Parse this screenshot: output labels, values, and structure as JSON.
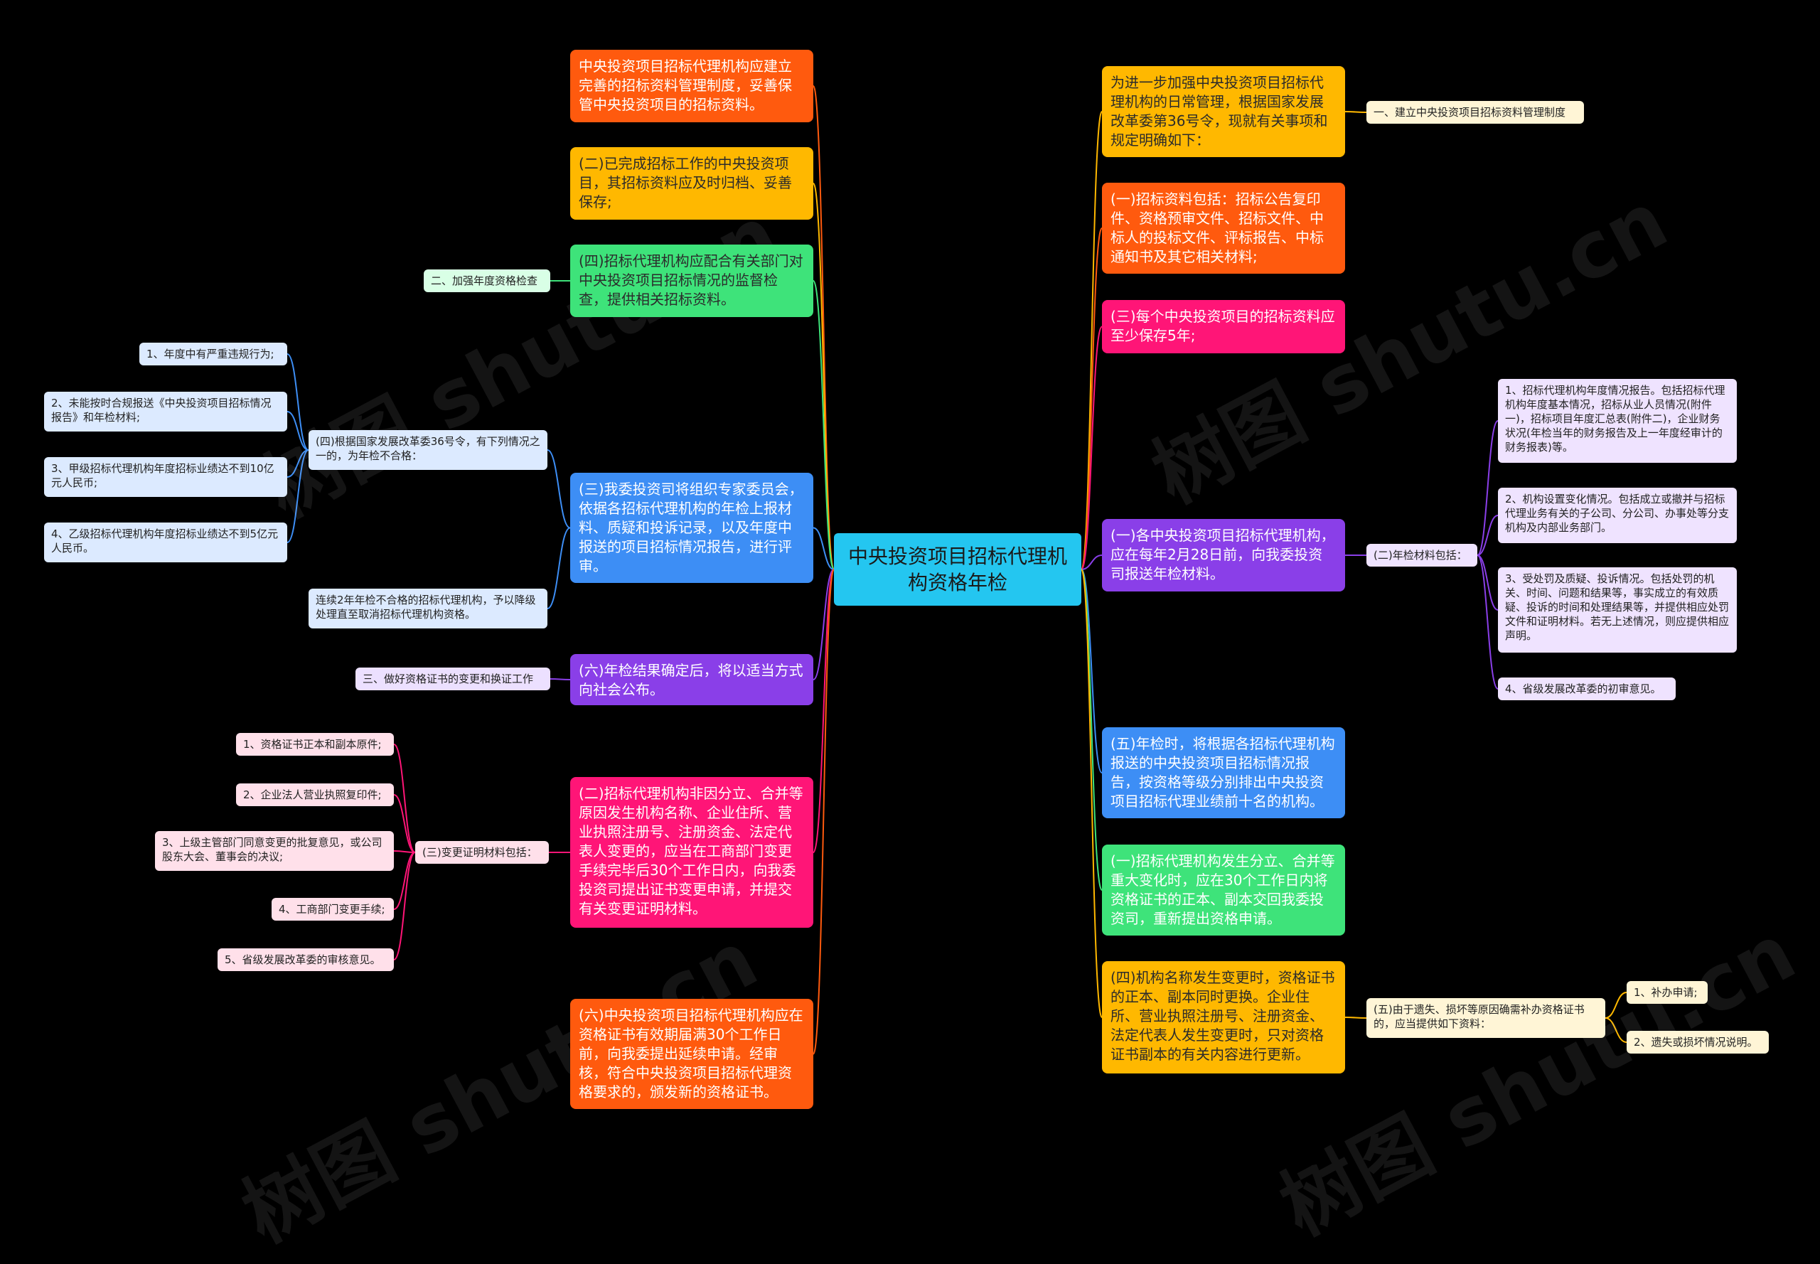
{
  "root": {
    "text": "中央投资项目招标代理机构资格年检",
    "color": "#24c6f0"
  },
  "watermark": "树图 shutu.cn",
  "left_branches": [
    {
      "id": "L1",
      "text": "中央投资项目招标代理机构应建立完善的招标资料管理制度，妥善保管中央投资项目的招标资料。",
      "color": "#ff5a0e"
    },
    {
      "id": "L2",
      "text": "(二)已完成招标工作的中央投资项目，其招标资料应及时归档、妥善保存;",
      "color": "#ffb800"
    },
    {
      "id": "L3",
      "text": "(四)招标代理机构应配合有关部门对中央投资项目招标情况的监督检查，提供相关招标资料。",
      "color": "#3ee37a"
    },
    {
      "id": "L4",
      "text": "(三)我委投资司将组织专家委员会，依据各招标代理机构的年检上报材料、质疑和投诉记录，以及年度中报送的项目招标情况报告，进行评审。",
      "color": "#3d8ef5"
    },
    {
      "id": "L5",
      "text": "(六)年检结果确定后，将以适当方式向社会公布。",
      "color": "#8a3fe8"
    },
    {
      "id": "L6",
      "text": "(二)招标代理机构非因分立、合并等原因发生机构名称、企业住所、营业执照注册号、注册资金、法定代表人变更的，应当在工商部门变更手续完毕后30个工作日内，向我委投资司提出证书变更申请，并提交有关变更证明材料。",
      "color": "#ff1577"
    },
    {
      "id": "L7",
      "text": "(六)中央投资项目招标代理机构应在资格证书有效期届满30个工作日前，向我委提出延续申请。经审核，符合中央投资项目招标代理资格要求的，颁发新的资格证书。",
      "color": "#ff5a0e"
    }
  ],
  "right_branches": [
    {
      "id": "R1",
      "text": "为进一步加强中央投资项目招标代理机构的日常管理，根据国家发展改革委第36号令，现就有关事项和规定明确如下：",
      "color": "#ffb800"
    },
    {
      "id": "R2",
      "text": "(一)招标资料包括：招标公告复印件、资格预审文件、招标文件、中标人的投标文件、评标报告、中标通知书及其它相关材料;",
      "color": "#ff5a0e"
    },
    {
      "id": "R3",
      "text": "(三)每个中央投资项目的招标资料应至少保存5年;",
      "color": "#ff1577"
    },
    {
      "id": "R4",
      "text": "(一)各中央投资项目招标代理机构，应在每年2月28日前，向我委投资司报送年检材料。",
      "color": "#8a3fe8"
    },
    {
      "id": "R5",
      "text": "(五)年检时，将根据各招标代理机构报送的中央投资项目招标情况报告，按资格等级分别排出中央投资项目招标代理业绩前十名的机构。",
      "color": "#3d8ef5"
    },
    {
      "id": "R6",
      "text": "(一)招标代理机构发生分立、合并等重大变化时，应在30个工作日内将资格证书的正本、副本交回我委投资司，重新提出资格申请。",
      "color": "#3ee37a"
    },
    {
      "id": "R7",
      "text": "(四)机构名称发生变更时，资格证书的正本、副本同时更换。企业住所、营业执照注册号、注册资金、法定代表人发生变更时，只对资格证书副本的有关内容进行更新。",
      "color": "#ffb800"
    }
  ],
  "leaf_nodes": [
    {
      "id": "A1",
      "text": "一、建立中央投资项目招标资料管理制度",
      "color": "#fff5d6"
    },
    {
      "id": "A2",
      "text": "(二)年检材料包括：",
      "color": "#efe3ff"
    },
    {
      "id": "A3",
      "text": "1、招标代理机构年度情况报告。包括招标代理机构年度基本情况，招标从业人员情况(附件一)，招标项目年度汇总表(附件二)，企业财务状况(年检当年的财务报告及上一年度经审计的财务报表)等。",
      "color": "#efe3ff"
    },
    {
      "id": "A4",
      "text": "2、机构设置变化情况。包括成立或撤并与招标代理业务有关的子公司、分公司、办事处等分支机构及内部业务部门。",
      "color": "#efe3ff"
    },
    {
      "id": "A5",
      "text": "3、受处罚及质疑、投诉情况。包括处罚的机关、时间、问题和结果等，事实成立的有效质疑、投诉的时间和处理结果等，并提供相应处罚文件和证明材料。若无上述情况，则应提供相应声明。",
      "color": "#efe3ff"
    },
    {
      "id": "A6",
      "text": "4、省级发展改革委的初审意见。",
      "color": "#efe3ff"
    },
    {
      "id": "A7",
      "text": "(五)由于遗失、损坏等原因确需补办资格证书的，应当提供如下资料：",
      "color": "#fff5d6"
    },
    {
      "id": "A8",
      "text": "1、补办申请;",
      "color": "#fff5d6"
    },
    {
      "id": "A9",
      "text": "2、遗失或损坏情况说明。",
      "color": "#fff5d6"
    },
    {
      "id": "B1",
      "text": "二、加强年度资格检查",
      "color": "#d9ffe6"
    },
    {
      "id": "B2",
      "text": "(四)根据国家发展改革委36号令，有下列情况之一的，为年检不合格：",
      "color": "#dceaff"
    },
    {
      "id": "B3",
      "text": "1、年度中有严重违规行为;",
      "color": "#dceaff"
    },
    {
      "id": "B4",
      "text": "2、未能按时合规报送《中央投资项目招标情况报告》和年检材料;",
      "color": "#dceaff"
    },
    {
      "id": "B5",
      "text": "3、甲级招标代理机构年度招标业绩达不到10亿元人民币;",
      "color": "#dceaff"
    },
    {
      "id": "B6",
      "text": "4、乙级招标代理机构年度招标业绩达不到5亿元人民币。",
      "color": "#dceaff"
    },
    {
      "id": "B7",
      "text": "连续2年年检不合格的招标代理机构，予以降级处理直至取消招标代理机构资格。",
      "color": "#dceaff"
    },
    {
      "id": "B8",
      "text": "三、做好资格证书的变更和换证工作",
      "color": "#ece0ff"
    },
    {
      "id": "B9",
      "text": "(三)变更证明材料包括：",
      "color": "#ffe0ea"
    },
    {
      "id": "B10",
      "text": "1、资格证书正本和副本原件;",
      "color": "#ffe0ea"
    },
    {
      "id": "B11",
      "text": "2、企业法人营业执照复印件;",
      "color": "#ffe0ea"
    },
    {
      "id": "B12",
      "text": "3、上级主管部门同意变更的批复意见，或公司股东大会、董事会的决议;",
      "color": "#ffe0ea"
    },
    {
      "id": "B13",
      "text": "4、工商部门变更手续;",
      "color": "#ffe0ea"
    },
    {
      "id": "B14",
      "text": "5、省级发展改革委的审核意见。",
      "color": "#ffe0ea"
    }
  ]
}
